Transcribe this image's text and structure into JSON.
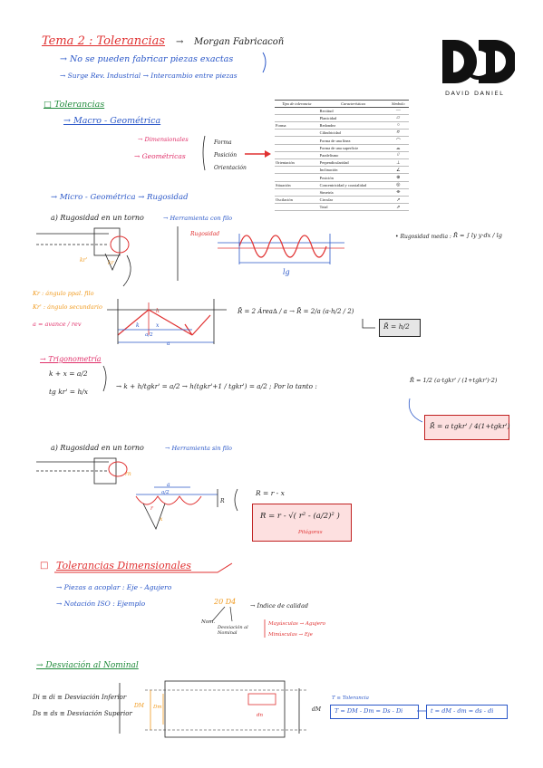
{
  "header": {
    "title": "Tema 2 : Tolerancias",
    "author_arrow": "→",
    "author": "Morgan Fabricacoñ",
    "line1": "→ No se pueden fabricar piezas exactas",
    "line2": "→ Surge Rev. Industrial → Intercambio entre piezas"
  },
  "logo": {
    "letters": "dD",
    "subtitle": "DAVID DANIEL"
  },
  "tolerancias": {
    "heading": "□ Tolerancias",
    "macro": "→ Macro - Geométrica",
    "dimensionales": "→ Dimensionales",
    "geometricas": "→ Geométricas",
    "forma": "Forma",
    "posicion": "Posición",
    "orientacion": "Orientación",
    "micro": "→ Micro - Geométrica → Rugosidad"
  },
  "tol_table": {
    "headers": [
      "Tipo de tolerancia",
      "Características",
      "Símbolo"
    ],
    "rows": [
      {
        "tipo": "",
        "car": "Rectitud",
        "sym": "—"
      },
      {
        "tipo": "",
        "car": "Planicidad",
        "sym": "▱"
      },
      {
        "tipo": "Forma",
        "car": "Redondez",
        "sym": "○"
      },
      {
        "tipo": "",
        "car": "Cilindricidad",
        "sym": "⌭"
      },
      {
        "tipo": "",
        "car": "Forma de una línea",
        "sym": "⌒"
      },
      {
        "tipo": "",
        "car": "Forma de una superficie",
        "sym": "⌓"
      },
      {
        "tipo": "",
        "car": "Paralelismo",
        "sym": "//"
      },
      {
        "tipo": "Orientación",
        "car": "Perpendicularidad",
        "sym": "⊥"
      },
      {
        "tipo": "",
        "car": "Inclinación",
        "sym": "∠"
      },
      {
        "tipo": "",
        "car": "Posición",
        "sym": "⊕"
      },
      {
        "tipo": "Situación",
        "car": "Concentricidad y coaxialidad",
        "sym": "◎"
      },
      {
        "tipo": "",
        "car": "Simetría",
        "sym": "⌯"
      },
      {
        "tipo": "Oscilación",
        "car": "Circular",
        "sym": "↗"
      },
      {
        "tipo": "",
        "car": "Total",
        "sym": "⇗"
      }
    ]
  },
  "rugosidad_a": {
    "label": "a) Rugosidad en un torno",
    "tool": "→ Herramienta con filo",
    "rugosidad": "Rugosidad",
    "media": "• Rugosidad media :",
    "media_formula": "R̄ = ∫ ly y·dx / lg",
    "lg": "lg",
    "kr": "kr'",
    "k": "kr",
    "kr_def": "Kr : ángulo ppal. filo",
    "kr2_def": "Kr' : ángulo secundario",
    "a_def": "a = avance / rev",
    "h": "h",
    "k_small": "k",
    "x_small": "x",
    "a_half": "a/2",
    "a_lbl": "a",
    "formula1": "R̄ = 2 Área∆ / a → R̄ = 2/a (a·h/2 / 2)",
    "formula1_res": "R̄ = h/2"
  },
  "trigonometria": {
    "heading": "→ Trigonometría",
    "eq1": "k + x = a/2",
    "eq2": "tg kr' = h/x",
    "eq3": "→ k + h/tgkr' = a/2 → h(tgkr'+1 / tgkr') = a/2 ; Por lo tanto :",
    "eq4": "R̄ = 1/2 (a·tgkr' / (1+tgkr')·2)",
    "result": "R̄ = a tgkr' / 4(1+tgkr')"
  },
  "rugosidad_b": {
    "label": "a) Rugosidad en un torno",
    "tool": "→ Herramienta sin filo",
    "r_eq": "R = r - x",
    "formula": "R = r - √( r² - (a/2)² )",
    "pitagoras": "Pitágoras",
    "a_lbl": "a",
    "a_half": "a/2",
    "x_lbl": "x",
    "r_lbl": "r",
    "R_lbl": "R",
    "rn_lbl": "rn"
  },
  "dimensionales": {
    "heading": "Tolerancias Dimensionales",
    "box_prefix": "□",
    "line1": "→ Piezas a acoplar : Eje - Agujero",
    "line2": "→ Notación ISO : Ejemplo",
    "example": "20 D4",
    "calidad": "→ Índice de calidad",
    "nom": "Nom.",
    "desv": "Desviación al Nominal",
    "mayus": "Mayúsculas → Agujero",
    "minus": "Minúsculas → Eje"
  },
  "desviacion": {
    "heading": "→ Desviación al Nominal",
    "di": "Di ≡ di ≡ Desviación Inferior",
    "ds": "Ds ≡ ds ≡ Desviación Superior",
    "dm": "DM",
    "dn": "Dm",
    "dn2": "dn",
    "dm_small": "dM",
    "tt_label": "T ≡ Tolerancia",
    "tt_formula": "T = DM - Dm = Ds - Di",
    "tt_formula2": "t = dM - dm = ds - di"
  }
}
